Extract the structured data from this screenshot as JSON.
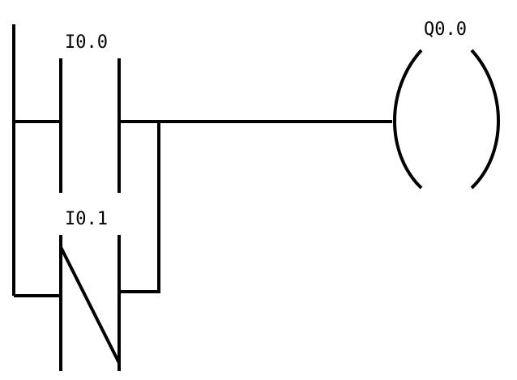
{
  "diagram": {
    "contact_no": {
      "address": "I0.0",
      "kind": "normally-open-contact"
    },
    "contact_nc": {
      "address": "I0.1",
      "kind": "normally-closed-contact"
    },
    "coil": {
      "address": "Q0.0",
      "kind": "output-coil"
    },
    "line_color": "#000000",
    "background_color": "#ffffff"
  }
}
